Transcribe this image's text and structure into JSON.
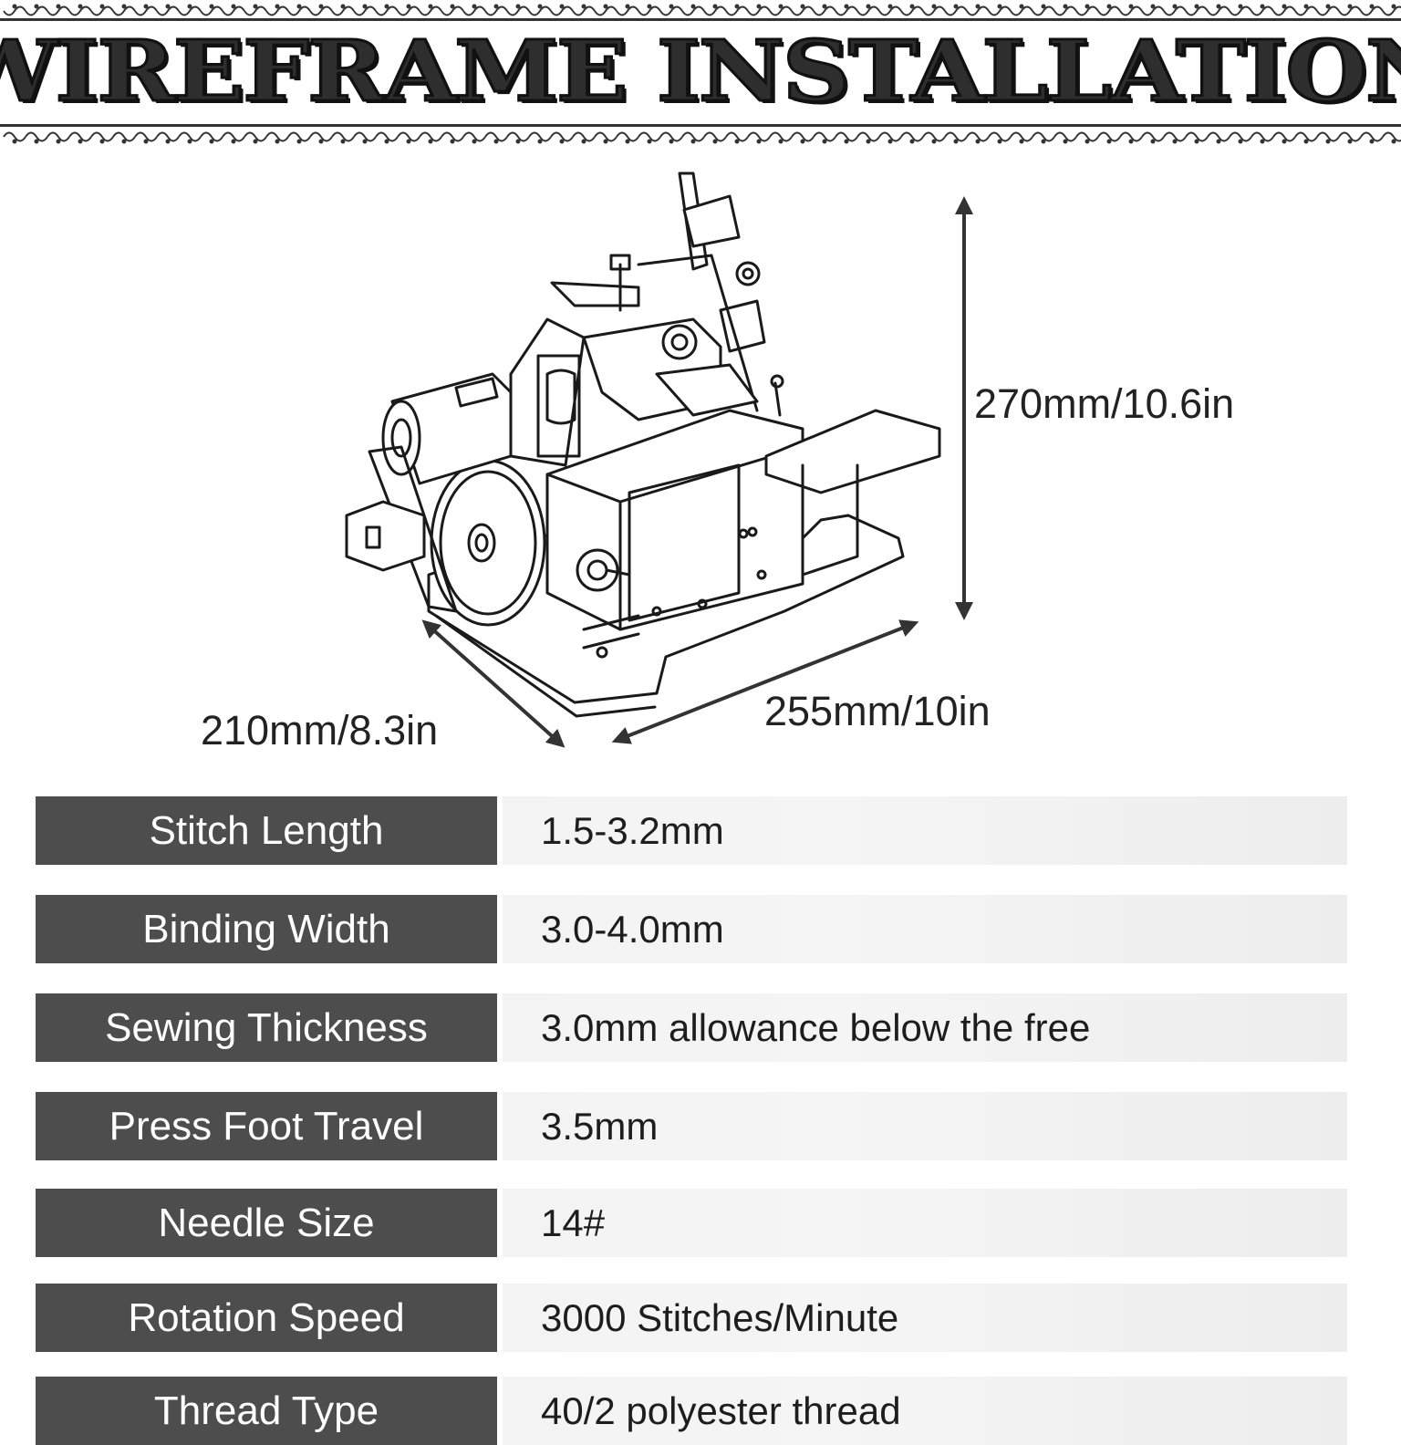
{
  "header": {
    "title": "WIREFRAME INSTALLATION"
  },
  "dimensions": {
    "height": "270mm/10.6in",
    "length": "255mm/10in",
    "depth": "210mm/8.3in"
  },
  "specs": [
    {
      "label": "Stitch Length",
      "value": "1.5-3.2mm"
    },
    {
      "label": "Binding Width",
      "value": "3.0-4.0mm"
    },
    {
      "label": "Sewing Thickness",
      "value": "3.0mm allowance below the free"
    },
    {
      "label": "Press Foot Travel",
      "value": "3.5mm"
    },
    {
      "label": "Needle Size",
      "value": "14#"
    },
    {
      "label": "Rotation Speed",
      "value": "3000 Stitches/Minute"
    },
    {
      "label": "Thread Type",
      "value": "40/2 polyester thread"
    }
  ],
  "colors": {
    "label_bg": "#4d4d4d",
    "value_bg": "#f3f3f3",
    "ink": "#1f1f1f"
  },
  "icons": {
    "ornament": "floral-border-ornament",
    "machine": "overlock-sewing-machine-line-drawing",
    "arrows": "double-headed-dimension-arrow"
  }
}
